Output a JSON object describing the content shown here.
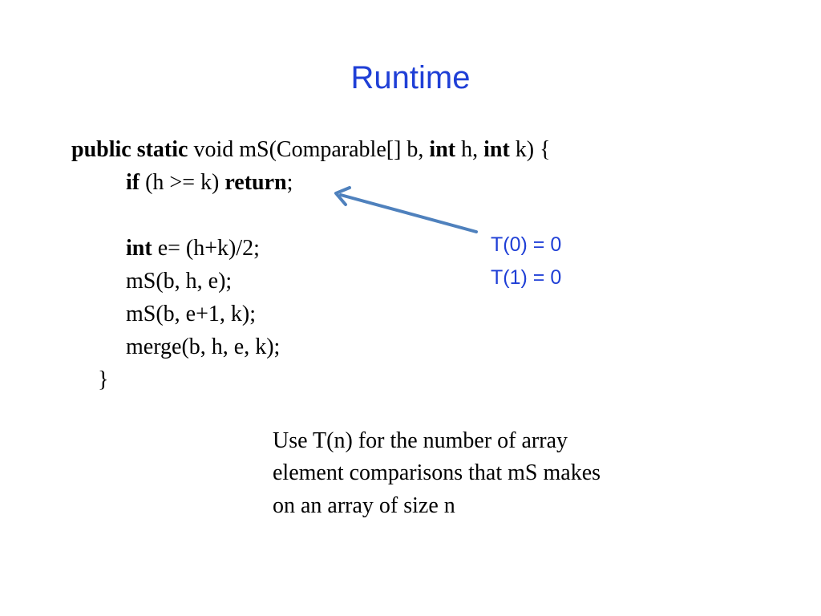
{
  "slide": {
    "title": "Runtime"
  },
  "code": {
    "line1": {
      "kw1": "public static",
      "t1": " void mS(Comparable[] b, ",
      "kw2": "int",
      "t2": " h, ",
      "kw3": "int",
      "t3": " k) {"
    },
    "line2": {
      "kw1": "if",
      "t1": " (h >= k) ",
      "kw2": "return",
      "t2": ";"
    },
    "line3": {
      "kw1": "int",
      "t1": " e= (h+k)/2;"
    },
    "line4": "mS(b, h, e);",
    "line5": "mS(b, e+1, k);",
    "line6": "merge(b, h, e, k);",
    "line7": "}"
  },
  "annotation": {
    "t0": "T(0) = 0",
    "t1": "T(1) = 0"
  },
  "description": {
    "line1": "Use T(n) for the number of array",
    "line2": "element comparisons that mS makes",
    "line3": "on an array of size n"
  },
  "colors": {
    "title": "#1f3fd6",
    "annotation": "#1f3fd6",
    "arrow": "#4f81bd",
    "text": "#000000"
  }
}
